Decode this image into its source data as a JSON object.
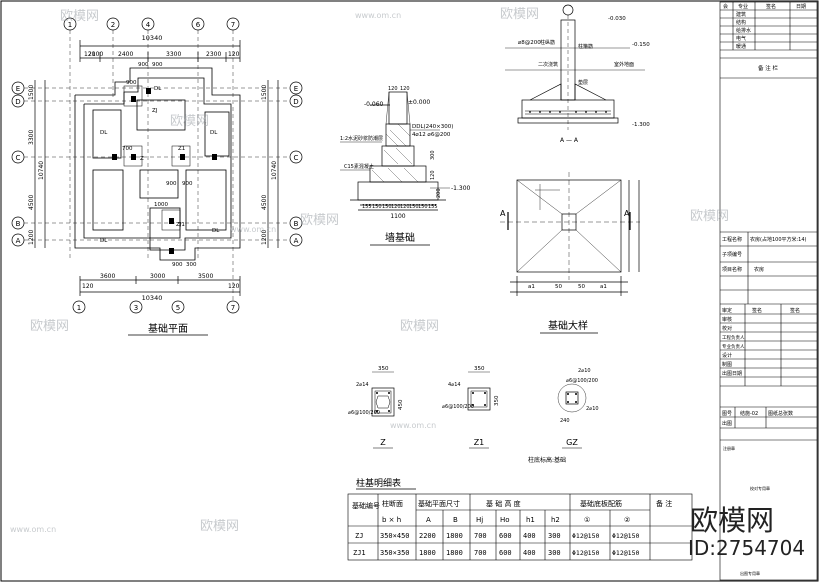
{
  "plan": {
    "title": "基础平面",
    "overall_dim": "10340",
    "top_dims": [
      "120",
      "2100",
      "2400",
      "3300",
      "2300",
      "120"
    ],
    "bottom_dims": [
      "120",
      "3600",
      "3000",
      "3500",
      "120"
    ],
    "axis_top": [
      "1",
      "2",
      "4",
      "6",
      "7"
    ],
    "axis_bottom": [
      "1",
      "3",
      "5",
      "7"
    ],
    "axis_side": [
      "E",
      "D",
      "C",
      "B",
      "A"
    ],
    "left_dims": [
      "1500",
      "150",
      "3300",
      "10740",
      "4500",
      "120",
      "1200"
    ],
    "right_dims": [
      "1500",
      "150",
      "10740",
      "4500",
      "120",
      "1200"
    ],
    "beam_label": "DL",
    "col_labels": [
      "Z",
      "Z1",
      "ZJ",
      "ZJ1"
    ],
    "small_dims": [
      "900",
      "900",
      "900",
      "700",
      "900",
      "900",
      "1000",
      "900",
      "300"
    ]
  },
  "wall": {
    "title": "墙基础",
    "note_left": "1:2水泥砂浆防潮层",
    "note_conc": "C15素混凝土",
    "ddl": "DDL(240×300)",
    "bars": "4⌀12 ⌀6@200",
    "elev_top": "±0.000",
    "elev_ground": "-0.060",
    "elev_bottom": "-1.300",
    "width": "1100",
    "dims_bottom": [
      "155",
      "150",
      "150",
      "120",
      "120",
      "150",
      "150",
      "155"
    ],
    "dims_side": [
      "120",
      "120",
      "300",
      "120",
      "140",
      "200"
    ]
  },
  "detail": {
    "title": "基础大样",
    "elev1": "-0.030",
    "elev2": "-0.150",
    "elev3": "-1.300",
    "labels": [
      "柱纵筋",
      "柱箍筋",
      "二次浇筑",
      "室外地面",
      "垫层"
    ],
    "section_mark": "A",
    "section_name": "A — A",
    "dims": [
      "a1",
      "50",
      "a1",
      "50"
    ],
    "steel": "⌀8@200"
  },
  "columns": {
    "z": {
      "name": "Z",
      "dim_top": "350",
      "dim_side": "450",
      "bars": "2⌀14",
      "stir": "⌀6@100/200"
    },
    "z1": {
      "name": "Z1",
      "dim_top": "350",
      "dim_side": "350",
      "bars": "4⌀14",
      "stir": "⌀6@100/200"
    },
    "gz": {
      "name": "GZ",
      "bars_top": "2⌀10",
      "stir": "⌀6@100/200",
      "bars_bot": "2⌀10",
      "dim": "240"
    },
    "note": "柱底标高:基础"
  },
  "table": {
    "title": "柱基明细表",
    "headers": [
      "基础编号",
      "柱断面",
      "基础平面尺寸",
      "基 础 高 度",
      "基础底板配筋",
      "备 注"
    ],
    "sub_headers": [
      "b × h",
      "A",
      "B",
      "Hj",
      "Ho",
      "h1",
      "h2",
      "①",
      "②"
    ],
    "rows": [
      [
        "ZJ",
        "350×450",
        "2200",
        "1800",
        "700",
        "600",
        "400",
        "300",
        "Φ12@150",
        "Φ12@150",
        ""
      ],
      [
        "ZJ1",
        "350×350",
        "1800",
        "1800",
        "700",
        "600",
        "400",
        "300",
        "Φ12@150",
        "Φ12@150",
        ""
      ]
    ]
  },
  "titleblock": {
    "rev_headers": [
      "会",
      "专业",
      "签名",
      "日期"
    ],
    "rev_rows": [
      "建筑",
      "结构",
      "给排水",
      "电气",
      "暖通"
    ],
    "notes": "备 注 栏",
    "project": "工程名称",
    "project_val": "农房(占地100平方米:14)",
    "sub_item": "子项编号",
    "item_name": "项目名称",
    "item_val": "农房",
    "roles": [
      "审定",
      "审核",
      "校对",
      "工程负责人",
      "专业负责人",
      "设计",
      "制图",
      "出图日期"
    ],
    "role_headers": [
      "签名",
      "签名"
    ],
    "sheet_no": "图号",
    "sheet_val": "结施-02",
    "sheet_total": "图纸总张数",
    "sheet_label": "出图",
    "stamps": [
      "注册章",
      "校对专用章",
      "出图专用章"
    ]
  },
  "watermark": {
    "brand": "欧模网",
    "url": "www.om.cn",
    "id": "ID:2754704"
  }
}
